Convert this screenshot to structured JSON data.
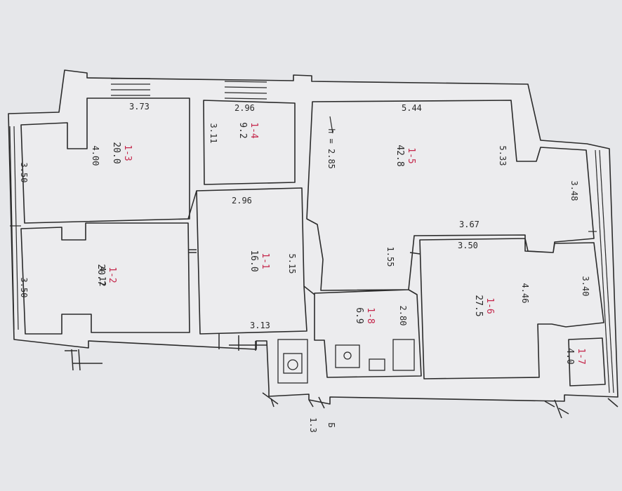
{
  "rooms": [
    {
      "id": "1-1",
      "area": "16.0"
    },
    {
      "id": "1-2",
      "area": "20.7"
    },
    {
      "id": "1-3",
      "area": "20.0"
    },
    {
      "id": "1-4",
      "area": "9.2"
    },
    {
      "id": "1-5",
      "area": "42.8"
    },
    {
      "id": "1-6",
      "area": "27.5"
    },
    {
      "id": "1-7",
      "area": "4.0"
    },
    {
      "id": "1-8",
      "area": "6.9"
    }
  ],
  "dimensions": {
    "r3_top": "3.73",
    "r3_right": "4.00",
    "r3_left": "3.50",
    "r4_top": "2.96",
    "r4_left": "3.11",
    "r5_top": "5.44",
    "r5_right": "5.33",
    "ceiling_height": "h = 2.85",
    "r1_top": "2.96",
    "r1_right": "5.15",
    "r1_bottom": "3.13",
    "r2_left": "3.50",
    "r2_right": "4.12",
    "r6_top_outer": "3.67",
    "r6_top_inner": "3.50",
    "r6_left": "4.46",
    "r6_right": "3.40",
    "right_wall": "3.48",
    "hall_side": "1.55",
    "r8_right": "2.80",
    "balcony_area": "1.3"
  }
}
